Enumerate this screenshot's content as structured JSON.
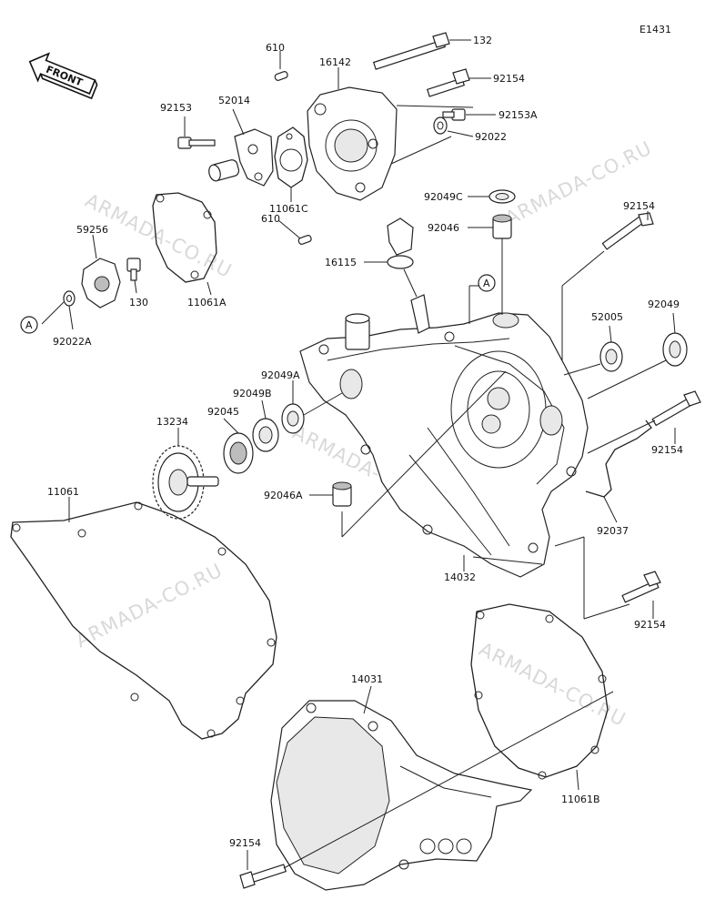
{
  "diagram_code": "E1431",
  "front_label": "FRONT",
  "watermark": "ARMADA-CO.RU",
  "callouts": {
    "ref_a": "A",
    "p132": "132",
    "p610_top": "610",
    "p610_bottom": "610",
    "p16142": "16142",
    "p92154_top": "92154",
    "p92153": "92153",
    "p52014": "52014",
    "p92153A": "92153A",
    "p92022": "92022",
    "p11061C": "11061C",
    "p92049C": "92049C",
    "p92046": "92046",
    "p92154_right": "92154",
    "p59256": "59256",
    "p130": "130",
    "p11061A": "11061A",
    "p92022A": "92022A",
    "p16115": "16115",
    "p52005": "52005",
    "p92049": "92049",
    "p92049A": "92049A",
    "p92049B": "92049B",
    "p13234": "13234",
    "p92045": "92045",
    "p92154_mid": "92154",
    "p11061": "11061",
    "p92046A": "92046A",
    "p92037": "92037",
    "p14032": "14032",
    "p92154_lower": "92154",
    "p14031": "14031",
    "p11061B": "11061B",
    "p92154_bottom": "92154"
  }
}
